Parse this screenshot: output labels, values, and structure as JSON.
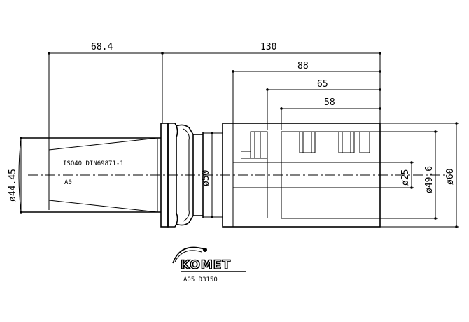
{
  "dimensions": {
    "overall_left": "68.4",
    "overall_right": "130",
    "depth_88": "88",
    "depth_65": "65",
    "depth_58": "58",
    "dia_shank": "ø44.45",
    "dia_collar": "ø50",
    "dia_bore": "ø25",
    "dia_inner": "ø49.6",
    "dia_outer": "ø60"
  },
  "taper_label": "ISO40 DIN69871-1",
  "form_label": "A0",
  "logo": {
    "name": "KOMET",
    "code": "A05 D3150"
  }
}
